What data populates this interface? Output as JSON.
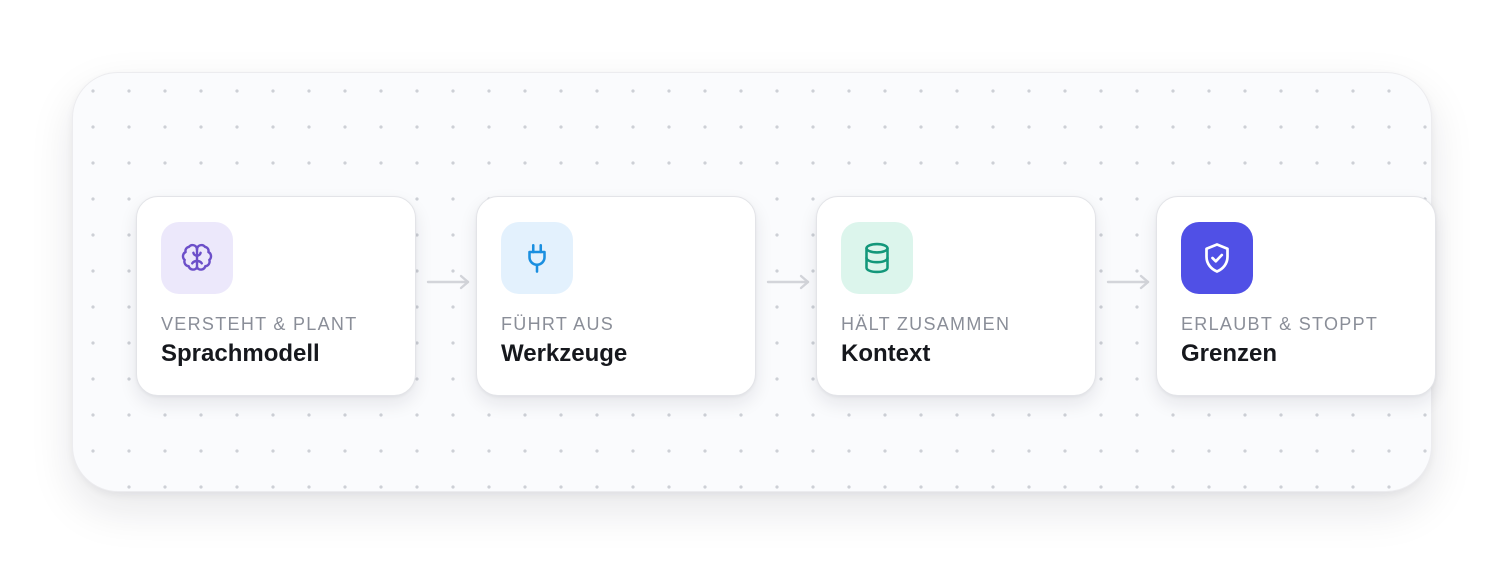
{
  "steps": [
    {
      "kicker": "VERSTEHT & PLANT",
      "title": "Sprachmodell",
      "icon": "brain-icon",
      "icon_color": "#6c4fc9",
      "tile_color": "#ece8fb"
    },
    {
      "kicker": "FÜHRT AUS",
      "title": "Werkzeuge",
      "icon": "plug-icon",
      "icon_color": "#1a8fe0",
      "tile_color": "#e3f1fd"
    },
    {
      "kicker": "HÄLT ZUSAMMEN",
      "title": "Kontext",
      "icon": "database-icon",
      "icon_color": "#13977a",
      "tile_color": "#dcf5ec"
    },
    {
      "kicker": "ERLAUBT & STOPPT",
      "title": "Grenzen",
      "icon": "shield-check-icon",
      "icon_color": "#ffffff",
      "tile_color": "#5050e6"
    }
  ],
  "connectors": [
    {
      "from": "Sprachmodell",
      "to": "Werkzeuge"
    },
    {
      "from": "Werkzeuge",
      "to": "Kontext"
    },
    {
      "from": "Kontext",
      "to": "Grenzen"
    }
  ],
  "colors": {
    "connector": "#d3d5da",
    "panel_background": "#fafbfd",
    "panel_dots": "#cdd0d6"
  }
}
